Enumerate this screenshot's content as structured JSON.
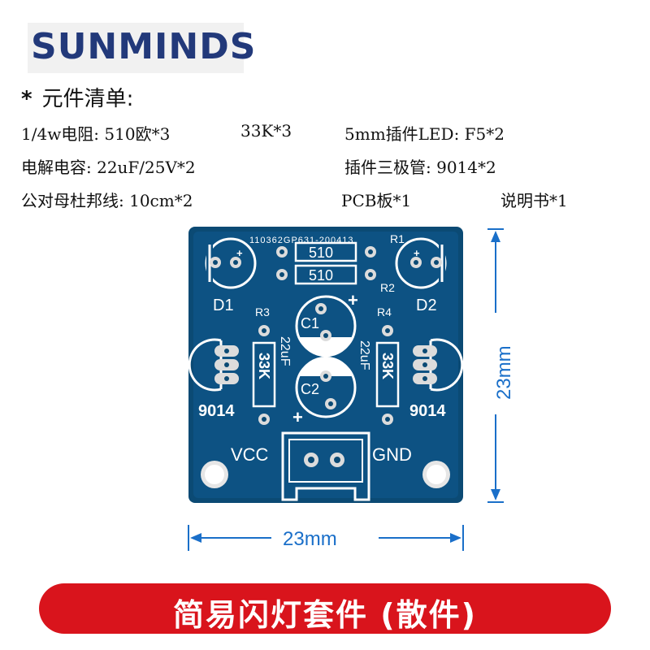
{
  "brand": {
    "name": "SUNMINDS",
    "color": "#22397a"
  },
  "parts_list": {
    "heading_marker": "*",
    "heading": "元件清单:",
    "items": [
      "1/4w电阻: 510欧*3",
      "33K*3",
      "5mm插件LED: F5*2",
      "电解电容: 22uF/25V*2",
      "插件三极管: 9014*2",
      "公对母杜邦线: 10cm*2",
      "PCB板*1",
      "说明书*1"
    ]
  },
  "pcb": {
    "board_color": "#0b4a74",
    "silkscreen_color": "#ffffff",
    "pad_color": "#dcdcdc",
    "part_number": "110362GP631-200413",
    "labels": {
      "r1": "R1",
      "r2": "R2",
      "r3": "R3",
      "r4": "R4",
      "d1": "D1",
      "d2": "D2",
      "c1": "C1",
      "c2": "C2",
      "q_left": "9014",
      "q_right": "9014",
      "res_top": "510",
      "res_bottom": "510",
      "res_left": "33K",
      "res_right": "33K",
      "cap_left": "22uF",
      "cap_right": "22uF",
      "plus": "+",
      "vcc": "VCC",
      "gnd": "GND"
    }
  },
  "dimensions": {
    "height": "23mm",
    "width": "23mm",
    "color": "#1a6fc9"
  },
  "banner": {
    "title": "简易闪灯套件 (散件)",
    "color": "#d9141c"
  }
}
